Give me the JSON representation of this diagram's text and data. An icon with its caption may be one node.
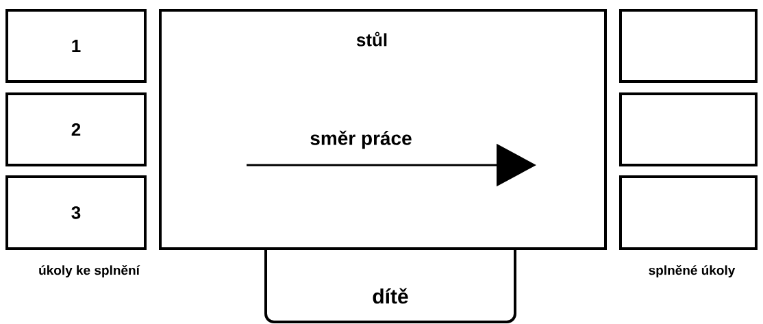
{
  "diagram": {
    "nodes": [
      {
        "text": [
          "stůl"
        ]
      },
      {
        "text": [
          "1"
        ]
      },
      {
        "text": [
          "2"
        ]
      },
      {
        "text": [
          "3"
        ]
      },
      {
        "text": [],
        "shape": "box"
      },
      {
        "text": [],
        "shape": "box"
      },
      {
        "text": [],
        "shape": "box"
      },
      {
        "text": [
          "dítě"
        ]
      }
    ],
    "labels": [
      "směr práce",
      "úkoly ke splnění",
      "splněné úkoly"
    ]
  }
}
